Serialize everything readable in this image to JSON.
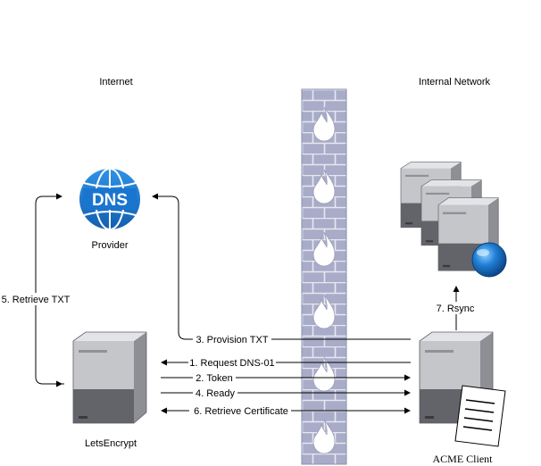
{
  "zones": {
    "internet": "Internet",
    "internal": "Internal Network"
  },
  "nodes": {
    "dns_icon_text": "DNS",
    "provider": "Provider",
    "letsencrypt": "LetsEncrypt",
    "acme_client": "ACME Client"
  },
  "edges": {
    "retrieve_txt": "5. Retrieve TXT",
    "provision_txt": "3. Provision TXT",
    "request_dns": "1. Request DNS-01",
    "token": "2. Token",
    "ready": "4. Ready",
    "retrieve_cert": "6. Retrieve Certificate",
    "rsync": "7. Rsync"
  },
  "icons": {
    "dns": "dns-globe-icon",
    "firewall": "firewall-icon",
    "server": "server-icon",
    "server_cluster": "server-cluster-icon",
    "document": "document-icon",
    "globe": "globe-icon"
  },
  "colors": {
    "dns_blue": "#1a75ce",
    "firewall_brick": "#a9acc8",
    "server_light": "#c5c6ca",
    "server_dark": "#62646a",
    "globe_blue": "#1f7fd6"
  }
}
